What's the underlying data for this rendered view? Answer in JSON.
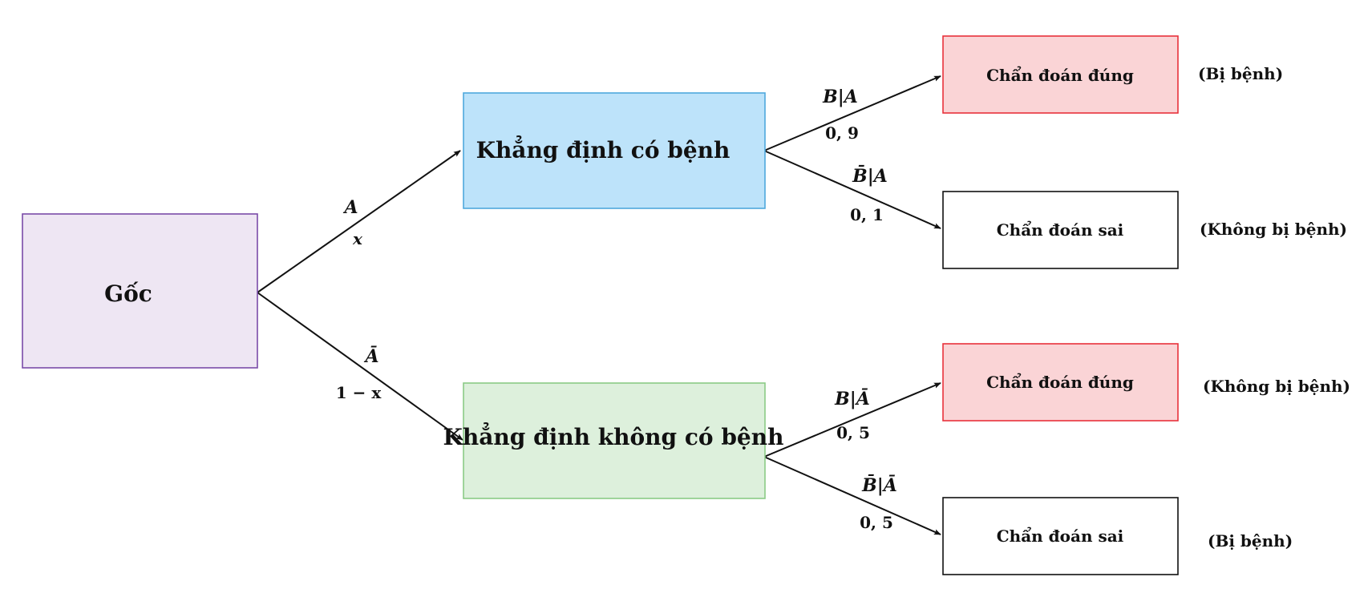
{
  "nodes": {
    "root": {
      "label": "Gốc",
      "fill": "#EEE6F3",
      "stroke": "#7A4BA8"
    },
    "positive": {
      "label": "Khẳng định có bệnh",
      "fill": "#BDE3FA",
      "stroke": "#4FA9DD"
    },
    "negative": {
      "label": "Khẳng định không có bệnh",
      "fill": "#DDF0DC",
      "stroke": "#8BCB86"
    },
    "pos_correct": {
      "label": "Chẩn đoán đúng",
      "note": "(Bị bệnh)",
      "fill": "#FAD4D6",
      "stroke": "#E8313B"
    },
    "pos_wrong": {
      "label": "Chẩn đoán sai",
      "note": "(Không bị bệnh)",
      "fill": "#FFFFFF",
      "stroke": "#111111"
    },
    "neg_correct": {
      "label": "Chẩn đoán đúng",
      "note": "(Không bị bệnh)",
      "fill": "#FAD4D6",
      "stroke": "#E8313B"
    },
    "neg_wrong": {
      "label": "Chẩn đoán sai",
      "note": "(Bị bệnh)",
      "fill": "#FFFFFF",
      "stroke": "#111111"
    }
  },
  "edges": {
    "root_pos": {
      "event": "A",
      "prob": "x"
    },
    "root_neg": {
      "event": "Ā",
      "prob": "1 − x"
    },
    "pos_correct": {
      "event": "B|A",
      "prob": "0, 9"
    },
    "pos_wrong": {
      "event": "B̄|A",
      "prob": "0, 1"
    },
    "neg_correct": {
      "event": "B|Ā",
      "prob": "0, 5"
    },
    "neg_wrong": {
      "event": "B̄|Ā",
      "prob": "0, 5"
    }
  }
}
